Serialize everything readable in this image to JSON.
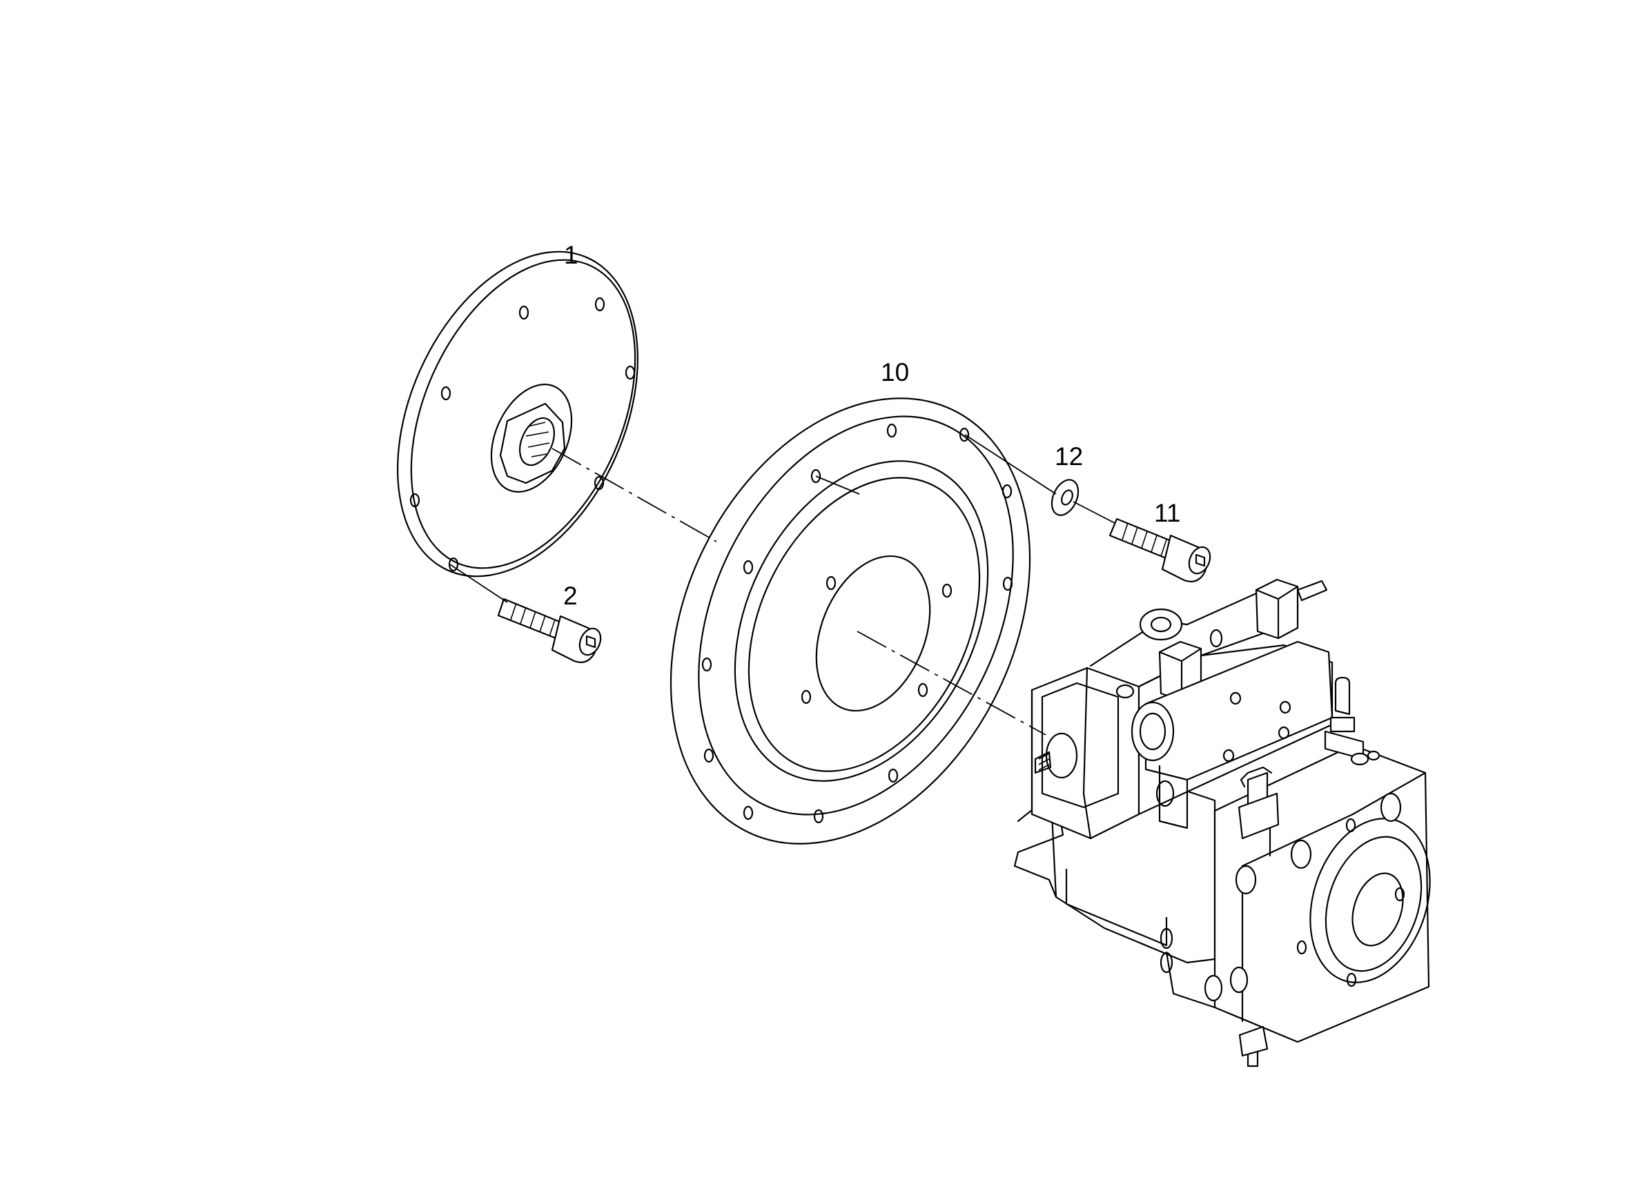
{
  "callouts": {
    "c1": "1",
    "c2": "2",
    "c10": "10",
    "c11": "11",
    "c12": "12"
  }
}
